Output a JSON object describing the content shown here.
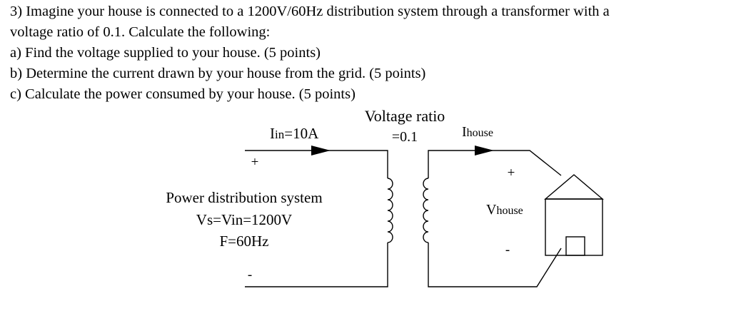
{
  "question": {
    "line1": "3) Imagine your house is connected to a 1200V/60Hz distribution system through a transformer with a",
    "line2": "voltage ratio of 0.1. Calculate the following:",
    "part_a": "a) Find the voltage supplied to your house. (5 points)",
    "part_b": "b) Determine the current drawn by your house from the grid. (5 points)",
    "part_c": "c) Calculate the power consumed by your house. (5 points)"
  },
  "circuit": {
    "voltage_ratio_line1": "Voltage ratio",
    "voltage_ratio_line2": "=0.1",
    "iin_main": "I",
    "iin_sub": "in",
    "iin_value": "=10A",
    "ihouse_main": "I",
    "ihouse_sub": "house",
    "plus_left": "+",
    "minus_left": "-",
    "plus_right": "+",
    "minus_right": "-",
    "source_title": "Power distribution system",
    "source_voltage": "Vs=Vin=1200V",
    "source_freq": "F=60Hz",
    "vhouse_main": "V",
    "vhouse_sub": "house"
  }
}
